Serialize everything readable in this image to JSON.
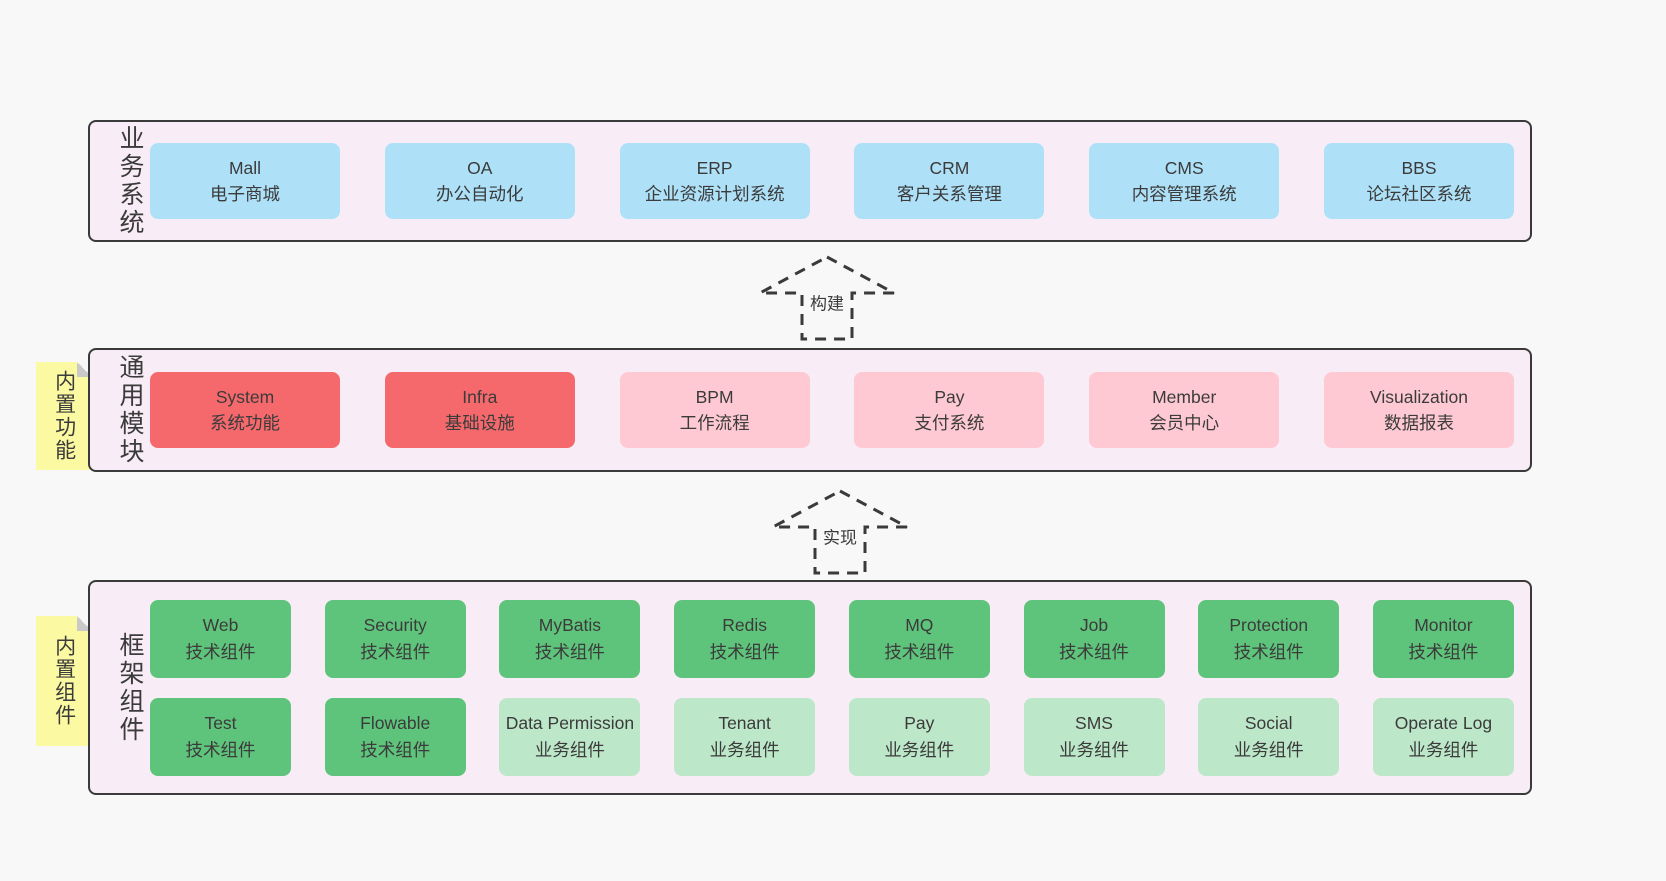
{
  "colors": {
    "page_bg": "#f8f8f8",
    "band_bg": "#f8edf6",
    "band_border": "#3a3a3a",
    "text": "#3b3b3b",
    "blue": "#aee1f8",
    "red": "#f5696d",
    "pink": "#fec9d2",
    "green_dark": "#5fc47b",
    "green_light": "#bde7c9",
    "note_bg": "#fbf9a1",
    "note_fold": "#c9c9c9"
  },
  "arrows": {
    "build": {
      "label": "构建"
    },
    "implement": {
      "label": "实现"
    }
  },
  "bands": {
    "business": {
      "label": "业务系统",
      "boxes": [
        {
          "en": "Mall",
          "zh": "电子商城",
          "color": "blue"
        },
        {
          "en": "OA",
          "zh": "办公自动化",
          "color": "blue"
        },
        {
          "en": "ERP",
          "zh": "企业资源计划系统",
          "color": "blue"
        },
        {
          "en": "CRM",
          "zh": "客户关系管理",
          "color": "blue"
        },
        {
          "en": "CMS",
          "zh": "内容管理系统",
          "color": "blue"
        },
        {
          "en": "BBS",
          "zh": "论坛社区系统",
          "color": "blue"
        }
      ]
    },
    "modules": {
      "label": "通用模块",
      "note": "内置功能",
      "boxes": [
        {
          "en": "System",
          "zh": "系统功能",
          "color": "red"
        },
        {
          "en": "Infra",
          "zh": "基础设施",
          "color": "red"
        },
        {
          "en": "BPM",
          "zh": "工作流程",
          "color": "pink"
        },
        {
          "en": "Pay",
          "zh": "支付系统",
          "color": "pink"
        },
        {
          "en": "Member",
          "zh": "会员中心",
          "color": "pink"
        },
        {
          "en": "Visualization",
          "zh": "数据报表",
          "color": "pink"
        }
      ]
    },
    "framework": {
      "label": "框架组件",
      "note": "内置组件",
      "rows": [
        [
          {
            "en": "Web",
            "zh": "技术组件",
            "color": "green-dark"
          },
          {
            "en": "Security",
            "zh": "技术组件",
            "color": "green-dark"
          },
          {
            "en": "MyBatis",
            "zh": "技术组件",
            "color": "green-dark"
          },
          {
            "en": "Redis",
            "zh": "技术组件",
            "color": "green-dark"
          },
          {
            "en": "MQ",
            "zh": "技术组件",
            "color": "green-dark"
          },
          {
            "en": "Job",
            "zh": "技术组件",
            "color": "green-dark"
          },
          {
            "en": "Protection",
            "zh": "技术组件",
            "color": "green-dark"
          },
          {
            "en": "Monitor",
            "zh": "技术组件",
            "color": "green-dark"
          }
        ],
        [
          {
            "en": "Test",
            "zh": "技术组件",
            "color": "green-dark"
          },
          {
            "en": "Flowable",
            "zh": "技术组件",
            "color": "green-dark"
          },
          {
            "en": "Data Permission",
            "zh": "业务组件",
            "color": "green-light"
          },
          {
            "en": "Tenant",
            "zh": "业务组件",
            "color": "green-light"
          },
          {
            "en": "Pay",
            "zh": "业务组件",
            "color": "green-light"
          },
          {
            "en": "SMS",
            "zh": "业务组件",
            "color": "green-light"
          },
          {
            "en": "Social",
            "zh": "业务组件",
            "color": "green-light"
          },
          {
            "en": "Operate Log",
            "zh": "业务组件",
            "color": "green-light"
          }
        ]
      ]
    }
  }
}
